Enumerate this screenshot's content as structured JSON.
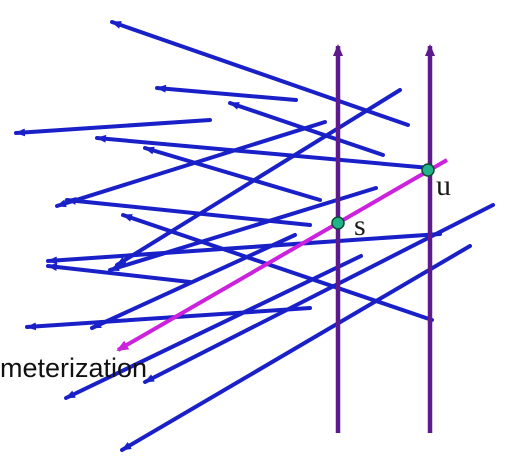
{
  "labels": {
    "s": "s",
    "u": "u",
    "caption": "meterization"
  },
  "colors": {
    "ray": "#1a20c8",
    "plane": "#5e1a8c",
    "highlight": "#cc22dd",
    "intersection": "#22b488",
    "intersection_stroke": "#0a4a35",
    "text": "#111111"
  },
  "icons": {
    "ray": "arrow-line",
    "plane": "vertical-arrow-line",
    "intersection": "filled-circle"
  }
}
